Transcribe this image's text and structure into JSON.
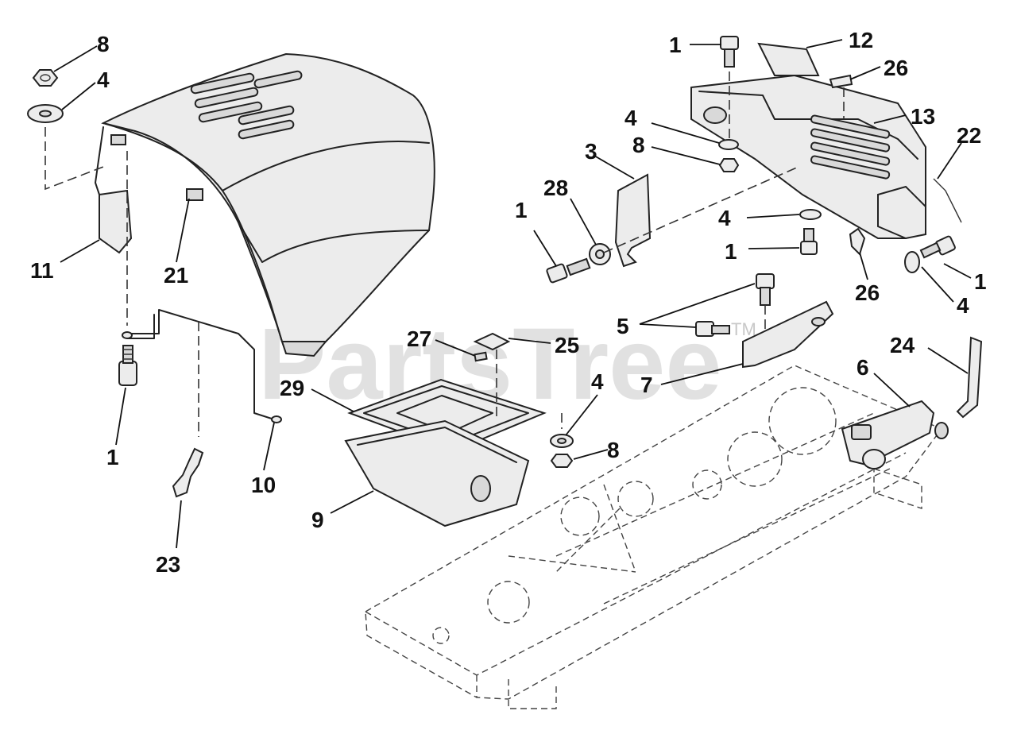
{
  "watermark": {
    "text": "PartsTree",
    "mark": "TM"
  },
  "callouts": {
    "c8a": "8",
    "c4a": "4",
    "c11": "11",
    "c21": "21",
    "c1a": "1",
    "c10": "10",
    "c23": "23",
    "c1b": "1",
    "c12": "12",
    "c26a": "26",
    "c13": "13",
    "c22": "22",
    "c4b": "4",
    "c8b": "8",
    "c3": "3",
    "c28": "28",
    "c1c": "1",
    "c4c": "4",
    "c1d": "1",
    "c26b": "26",
    "c1e": "1",
    "c4d": "4",
    "c5": "5",
    "c7": "7",
    "c24": "24",
    "c6": "6",
    "c27": "27",
    "c25": "25",
    "c29": "29",
    "c4e": "4",
    "c8c": "8",
    "c9": "9"
  }
}
